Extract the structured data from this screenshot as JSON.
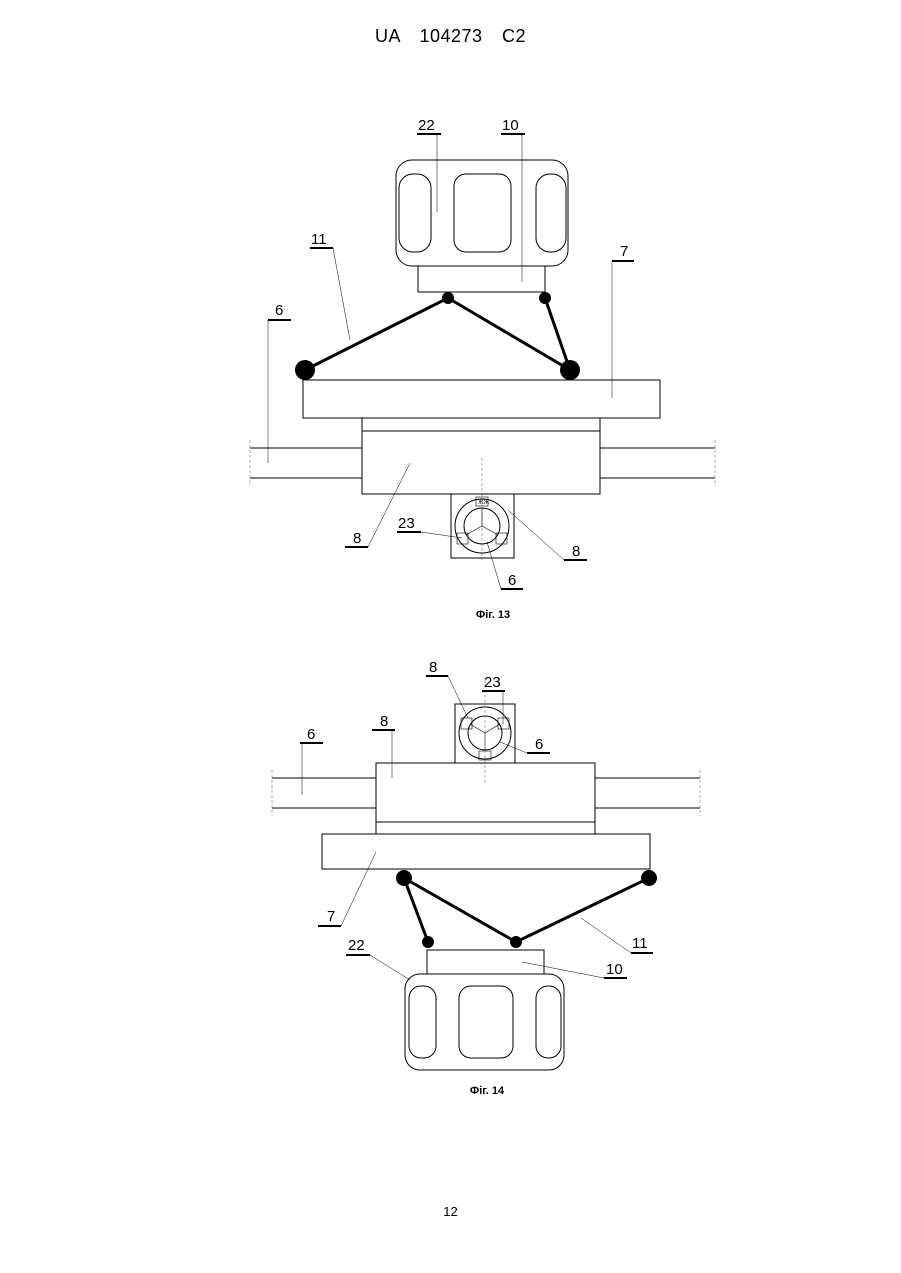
{
  "header": {
    "patent_id": "UA   104273   C2"
  },
  "figures": [
    {
      "caption": "Фіг. 13",
      "labels": {
        "l22": "22",
        "l10": "10",
        "l11": "11",
        "l7": "7",
        "l6a": "6",
        "l8a": "8",
        "l23": "23",
        "l8b": "8",
        "l6b": "6"
      }
    },
    {
      "caption": "Фіг. 14",
      "labels": {
        "l8a": "8",
        "l23": "23",
        "l8b": "8",
        "l6a": "6",
        "l6b": "6",
        "l7": "7",
        "l11": "11",
        "l22": "22",
        "l10": "10"
      }
    }
  ],
  "page_number": "12"
}
